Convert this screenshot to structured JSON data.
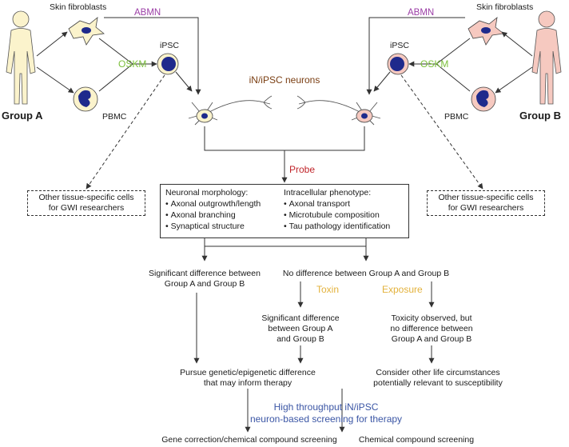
{
  "groups": {
    "a_label": "Group A",
    "b_label": "Group B"
  },
  "cells": {
    "skin_fibroblasts": "Skin fibroblasts",
    "ipsc": "iPSC",
    "pbmc": "PBMC",
    "abmn": "ABMN",
    "oskm": "OSKM",
    "neurons_title": "iN/iPSC neurons",
    "probe": "Probe"
  },
  "other_cells_box": {
    "line1": "Other tissue-specific cells",
    "line2": "for GWI researchers"
  },
  "phenotype_box": {
    "morphology_title": "Neuronal morphology:",
    "morphology_items": [
      "Axonal outgrowth/length",
      "Axonal branching",
      "Synaptical structure"
    ],
    "intracellular_title": "Intracellular phenotype:",
    "intracellular_items": [
      "Axonal transport",
      "Microtubule composition",
      "Tau pathology identification"
    ]
  },
  "outcomes": {
    "sig_diff": [
      "Significant difference between",
      "Group A and Group B"
    ],
    "no_diff": "No difference between Group A and Group B",
    "toxin": "Toxin",
    "exposure": "Exposure",
    "toxin_sig": [
      "Significant difference",
      "between Group A",
      "and Group B"
    ],
    "toxicity": [
      "Toxicity observed, but",
      "no difference between",
      "Group A and Group B"
    ],
    "pursue": [
      "Pursue genetic/epigenetic difference",
      "that may inform therapy"
    ],
    "consider": [
      "Consider other life circumstances",
      "potentially relevant to susceptibility"
    ],
    "high_throughput": [
      "High throughput iN/iPSC",
      "neuron-based screening for therapy"
    ],
    "gene_correction": "Gene correction/chemical compound screening",
    "chemical": "Chemical compound screening"
  },
  "colors": {
    "abmn": "#9b3ea6",
    "oskm": "#7bbf3a",
    "neurons": "#7a3e12",
    "probe": "#c0252b",
    "toxin_exposure": "#e3b23c",
    "screening": "#3b56a5",
    "group_a_skin": "#fbf3cc",
    "group_b_skin": "#f6c9c0",
    "nucleus": "#1f2a8c"
  }
}
